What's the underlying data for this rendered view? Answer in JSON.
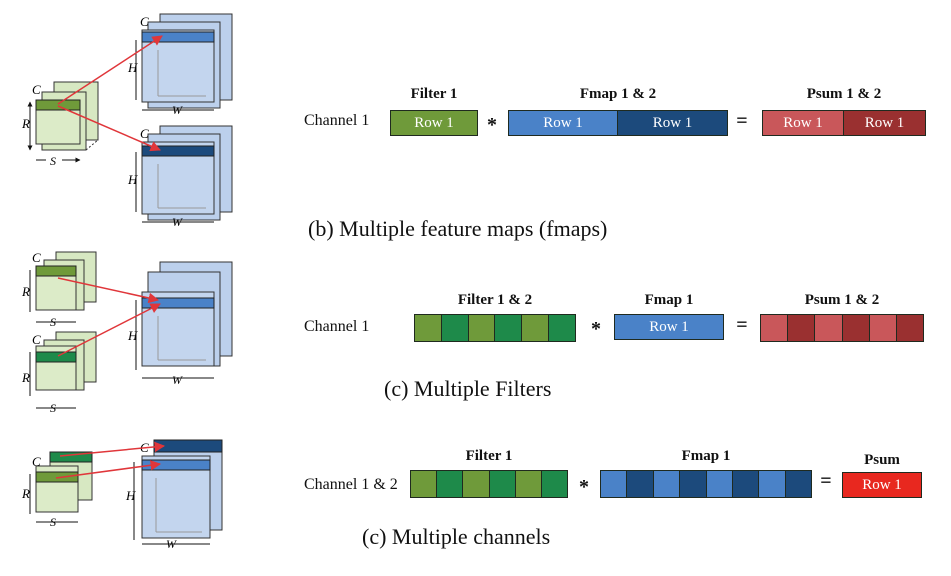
{
  "labels": {
    "C": "C",
    "R": "R",
    "S": "S",
    "H": "H",
    "W": "W"
  },
  "operators": {
    "convolve": "*",
    "equals": "="
  },
  "panel_b": {
    "channel": "Channel 1",
    "filter_header": "Filter 1",
    "filter_row": "Row 1",
    "fmap_header": "Fmap 1 & 2",
    "fmap_rows": [
      "Row 1",
      "Row 1"
    ],
    "psum_header": "Psum 1 & 2",
    "psum_rows": [
      "Row 1",
      "Row 1"
    ],
    "caption": "(b) Multiple feature maps (fmaps)"
  },
  "panel_c1": {
    "channel": "Channel 1",
    "filter_header": "Filter 1 & 2",
    "fmap_header": "Fmap 1",
    "fmap_row": "Row 1",
    "psum_header": "Psum 1 & 2",
    "caption": "(c) Multiple Filters"
  },
  "panel_c2": {
    "channel": "Channel 1 & 2",
    "filter_header": "Filter 1",
    "fmap_header": "Fmap 1",
    "psum_header": "Psum",
    "psum_row": "Row 1",
    "caption": "(c) Multiple channels"
  },
  "colors": {
    "filter_green_light": "#6f9a3a",
    "filter_green_dark": "#1e8a4a",
    "fmap_blue_light": "#4a82c8",
    "fmap_blue_dark": "#1c4a7c",
    "psum_red_light": "#c9575a",
    "psum_red_dark": "#9a3030",
    "psum_red_bright": "#e8281f",
    "arrow_red": "#e0363a",
    "cube_green_fill": "#d7e8c2",
    "cube_blue_fill": "#bcd0ec"
  }
}
